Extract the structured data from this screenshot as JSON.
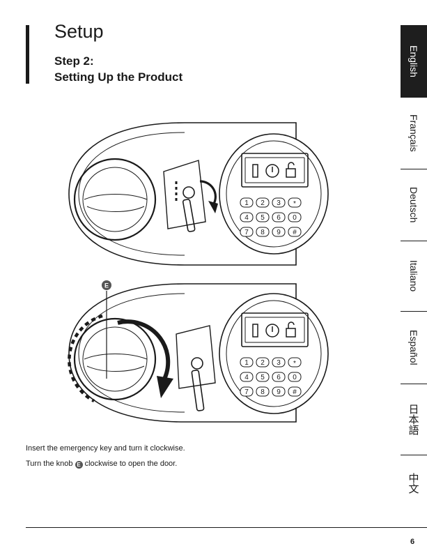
{
  "header": {
    "title": "Setup",
    "step": "Step 2:",
    "subtitle": "Setting Up the Product"
  },
  "languages": [
    {
      "label": "English",
      "active": true
    },
    {
      "label": "Français",
      "active": false
    },
    {
      "label": "Deutsch",
      "active": false
    },
    {
      "label": "Italiano",
      "active": false
    },
    {
      "label": "Español",
      "active": false
    },
    {
      "label": "日本語",
      "active": false
    },
    {
      "label": "中文",
      "active": false
    }
  ],
  "figures": {
    "keypad_keys": [
      "1",
      "2",
      "3",
      "*",
      "4",
      "5",
      "6",
      "0",
      "7",
      "8",
      "9",
      "#"
    ],
    "callout": "E"
  },
  "instructions": {
    "line1": "Insert the emergency key and turn it clockwise.",
    "line2_before": "Turn the knob",
    "line2_callout": "E",
    "line2_after": "clockwise to open the door."
  },
  "footer": {
    "page_number": "6"
  }
}
